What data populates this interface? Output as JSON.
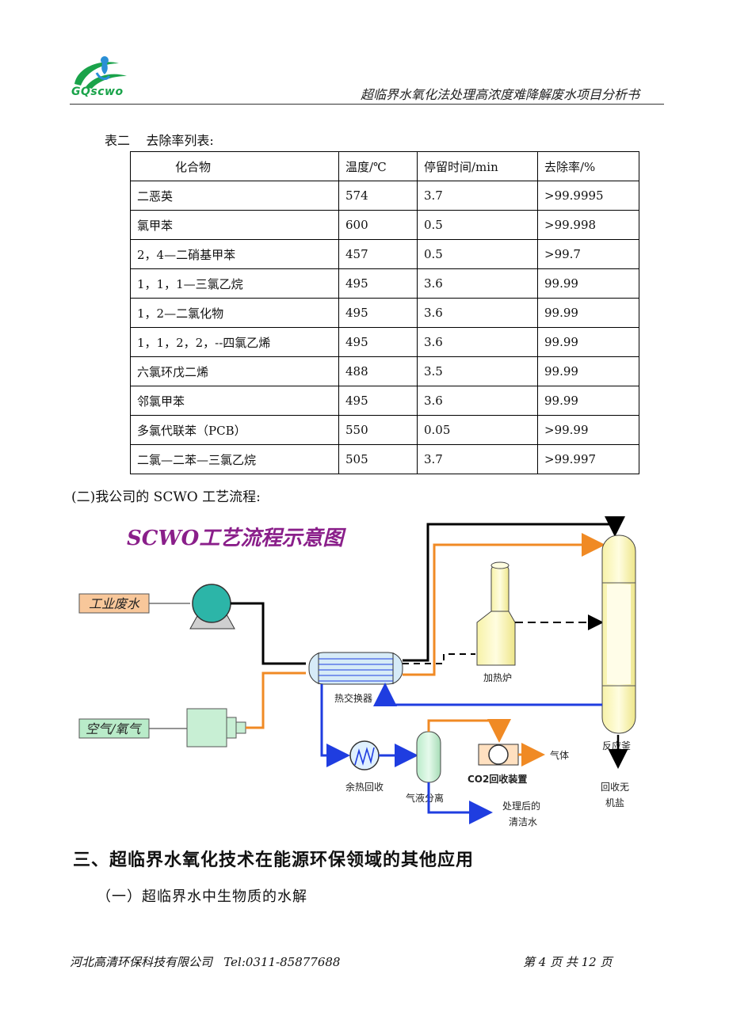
{
  "header": {
    "logo_text": "GQscwo",
    "doc_title": "超临界水氧化法处理高浓度难降解废水项目分析书"
  },
  "table": {
    "caption": "表二    去除率列表:",
    "headers": [
      "化合物",
      "温度/℃",
      "停留时间/min",
      "去除率/%"
    ],
    "rows": [
      [
        "二恶英",
        "574",
        "3.7",
        ">99.9995"
      ],
      [
        "氯甲苯",
        "600",
        "0.5",
        ">99.998"
      ],
      [
        "2，4—二硝基甲苯",
        "457",
        "0.5",
        ">99.7"
      ],
      [
        "1，1，1—三氯乙烷",
        "495",
        "3.6",
        "99.99"
      ],
      [
        "1，2—二氯化物",
        "495",
        "3.6",
        "99.99"
      ],
      [
        "1，1，2，2，--四氯乙烯",
        "495",
        "3.6",
        "99.99"
      ],
      [
        "六氯环戊二烯",
        "488",
        "3.5",
        "99.99"
      ],
      [
        "邻氯甲苯",
        "495",
        "3.6",
        "99.99"
      ],
      [
        "多氯代联苯（PCB）",
        "550",
        "0.05",
        ">99.99"
      ],
      [
        "二氯—二苯—三氯乙烷",
        "505",
        "3.7",
        ">99.997"
      ]
    ]
  },
  "section2_title": "(二)我公司的 SCWO 工艺流程:",
  "diagram": {
    "title": "SCWO工艺流程示意图",
    "industrial_wastewater": "工业废水",
    "air_oxygen": "空气/氧气",
    "heat_exchanger": "热交换器",
    "heating_furnace": "加热炉",
    "reactor": "反应釜",
    "waste_heat_recovery": "余热回收",
    "gas_liquid_separation": "气液分离",
    "co2_recovery": "CO2回收装置",
    "gas": "气体",
    "clean_water_line1": "处理后的",
    "clean_water_line2": "清洁水",
    "salt_line1": "回收无",
    "salt_line2": "机盐",
    "colors": {
      "orange": "#f08a24",
      "blue": "#1f3de0",
      "black": "#000000",
      "title": "#8a1f8a"
    }
  },
  "section3_title": "三、超临界水氧化技术在能源环保领域的其他应用",
  "subsection1_title": "（一）超临界水中生物质的水解",
  "footer": {
    "company": "河北高清环保科技有限公司   Tel:0311-85877688",
    "page": "第 4 页 共 12 页"
  }
}
